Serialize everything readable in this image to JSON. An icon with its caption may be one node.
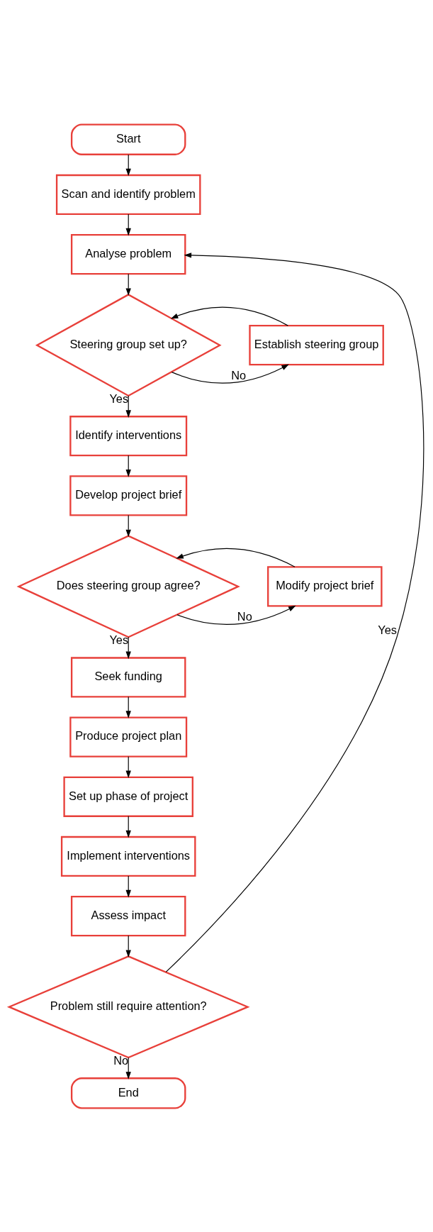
{
  "diagram": {
    "nodes": [
      {
        "text": [
          "Start"
        ]
      },
      {
        "text": [
          "Scan and identify problem"
        ]
      },
      {
        "text": [
          "Analyse problem"
        ]
      },
      {
        "text": [
          "Steering group set up?"
        ]
      },
      {
        "text": [
          "Establish steering group"
        ]
      },
      {
        "text": [
          "Identify interventions"
        ]
      },
      {
        "text": [
          "Develop project brief"
        ]
      },
      {
        "text": [
          "Does steering group agree?"
        ]
      },
      {
        "text": [
          "Modify project brief"
        ]
      },
      {
        "text": [
          "Seek funding"
        ]
      },
      {
        "text": [
          "Produce project plan"
        ]
      },
      {
        "text": [
          "Set up phase of project"
        ]
      },
      {
        "text": [
          "Implement interventions"
        ]
      },
      {
        "text": [
          "Assess impact"
        ]
      },
      {
        "text": [
          "Problem still require attention?"
        ]
      },
      {
        "text": [
          "End"
        ]
      }
    ],
    "edges": [
      {
        "from": 0,
        "to": 1,
        "arrow": "to"
      },
      {
        "from": 1,
        "to": 2,
        "arrow": "to"
      },
      {
        "from": 2,
        "to": 3,
        "arrow": "to"
      },
      {
        "from": 3,
        "to": 4,
        "arrow": "to",
        "label": "No"
      },
      {
        "from": 4,
        "to": 3,
        "arrow": "to"
      },
      {
        "from": 3,
        "to": 5,
        "arrow": "to",
        "label": "Yes"
      },
      {
        "from": 5,
        "to": 6,
        "arrow": "to"
      },
      {
        "from": 6,
        "to": 7,
        "arrow": "to"
      },
      {
        "from": 7,
        "to": 8,
        "arrow": "to",
        "label": "No"
      },
      {
        "from": 8,
        "to": 7,
        "arrow": "to"
      },
      {
        "from": 7,
        "to": 9,
        "arrow": "to",
        "label": "Yes"
      },
      {
        "from": 9,
        "to": 10,
        "arrow": "to"
      },
      {
        "from": 10,
        "to": 11,
        "arrow": "to"
      },
      {
        "from": 11,
        "to": 12,
        "arrow": "to"
      },
      {
        "from": 12,
        "to": 13,
        "arrow": "to"
      },
      {
        "from": 13,
        "to": 14,
        "arrow": "to"
      },
      {
        "from": 14,
        "to": 2,
        "arrow": "to",
        "label": "Yes"
      },
      {
        "from": 14,
        "to": 15,
        "arrow": "to",
        "label": "No"
      }
    ]
  }
}
